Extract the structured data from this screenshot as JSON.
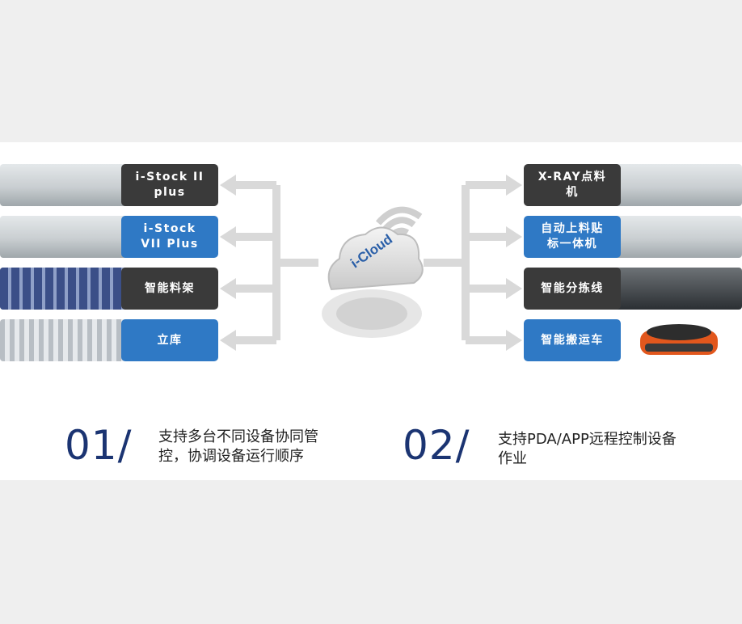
{
  "left_devices": [
    {
      "label": "i-Stock II\nplus",
      "style": "dark"
    },
    {
      "label": "i-Stock\nVII Plus",
      "style": "blue"
    },
    {
      "label": "智能料架",
      "style": "dark"
    },
    {
      "label": "立库",
      "style": "blue"
    }
  ],
  "right_devices": [
    {
      "label": "X-RAY点料\n机",
      "style": "dark"
    },
    {
      "label": "自动上料贴\n标一体机",
      "style": "blue"
    },
    {
      "label": "智能分拣线",
      "style": "dark"
    },
    {
      "label": "智能搬运车",
      "style": "blue"
    }
  ],
  "cloud": {
    "label": "i-Cloud"
  },
  "features": [
    {
      "number": "01/",
      "text_line1": "支持多台不同设备协同管",
      "text_line2": "控，协调设备运行顺序"
    },
    {
      "number": "02/",
      "text_line1": "支持PDA/APP远程控制设备",
      "text_line2": "作业"
    }
  ],
  "colors": {
    "accent_blue": "#2f79c5",
    "dark_label": "#3a3a3a",
    "number_navy": "#1b3472",
    "arrow_gray": "#d6d6d6"
  }
}
